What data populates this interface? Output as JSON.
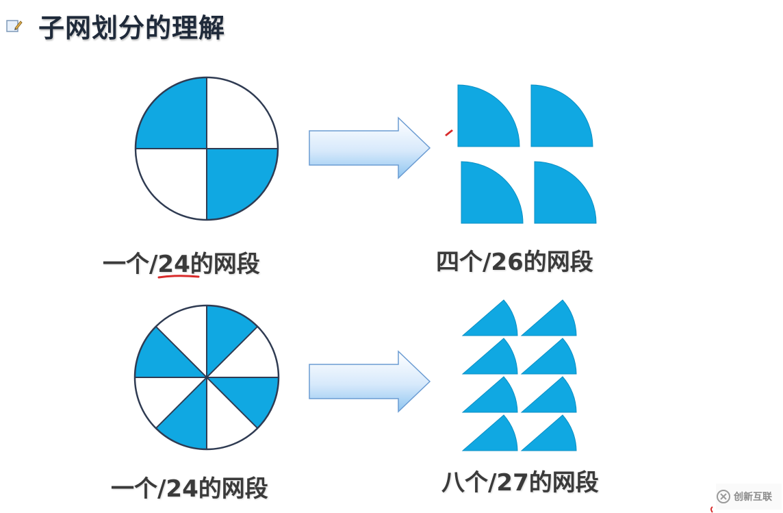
{
  "title": "子网划分的理解",
  "captions": {
    "row1_left": "一个/24的网段",
    "row1_right": "四个/26的网段",
    "row2_left": "一个/24的网段",
    "row2_right": "八个/27的网段"
  },
  "watermark": "创新互联",
  "colors": {
    "segment_fill": "#10a8e2",
    "circle_stroke": "#2f3b52",
    "arrow_fill_start": "#ffffff",
    "arrow_fill_end": "#8ec5f0",
    "arrow_stroke": "#6a9bd2",
    "annotation_red": "#d82a2a"
  },
  "icons": {
    "title_icon": "edit-document-icon",
    "watermark_logo": "chuangxin-logo-icon"
  }
}
